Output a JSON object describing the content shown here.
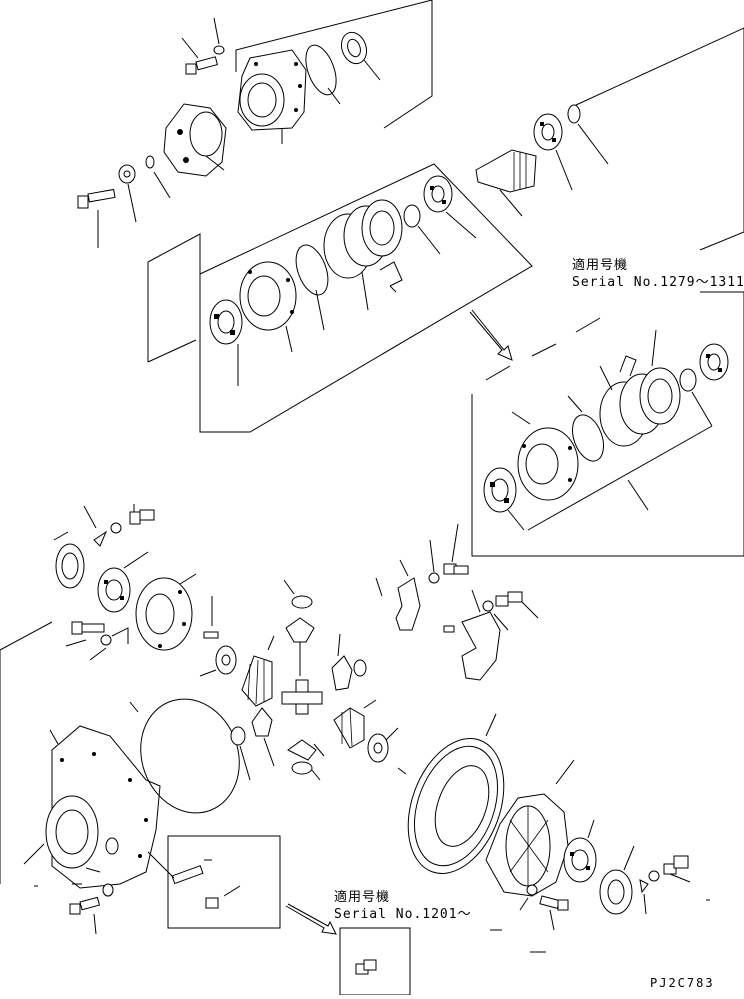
{
  "notes": [
    {
      "id": "upper",
      "title": "適用号機",
      "serial": "Serial No.1279～1311"
    },
    {
      "id": "lower",
      "title": "適用号機",
      "serial": "Serial No.1201～"
    }
  ],
  "drawing_number": "PJ2C783"
}
